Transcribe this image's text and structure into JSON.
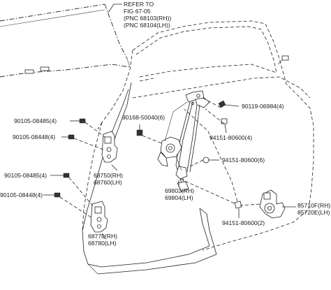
{
  "reference": {
    "line1": "REFER TO",
    "line2": "FIG 67-05",
    "line3": "(PNC 68103(RH))",
    "line4": "(PNC 68104(LH))"
  },
  "labels": {
    "bolt_top_right": "90119-06984(4)",
    "bolt_center": "90168-50040(6)",
    "nut_upper": "94151-80600(4)",
    "nut_mid": "94151-80600(6)",
    "nut_lower": "94151-80600(2)",
    "bolt_left_1": "90105-08485(4)",
    "bolt_left_2": "90105-08448(4)",
    "bolt_left_3": "90105-08485(4)",
    "bolt_left_4": "90105-08448(4)",
    "hinge_upper_rh": "68750(RH)",
    "hinge_upper_lh": "68760(LH)",
    "hinge_lower_rh": "68770(RH)",
    "hinge_lower_lh": "68780(LH)",
    "regulator_rh": "69803(RH)",
    "regulator_lh": "69804(LH)",
    "motor_rh": "85710F(RH)",
    "motor_lh": "85720E(LH)"
  }
}
